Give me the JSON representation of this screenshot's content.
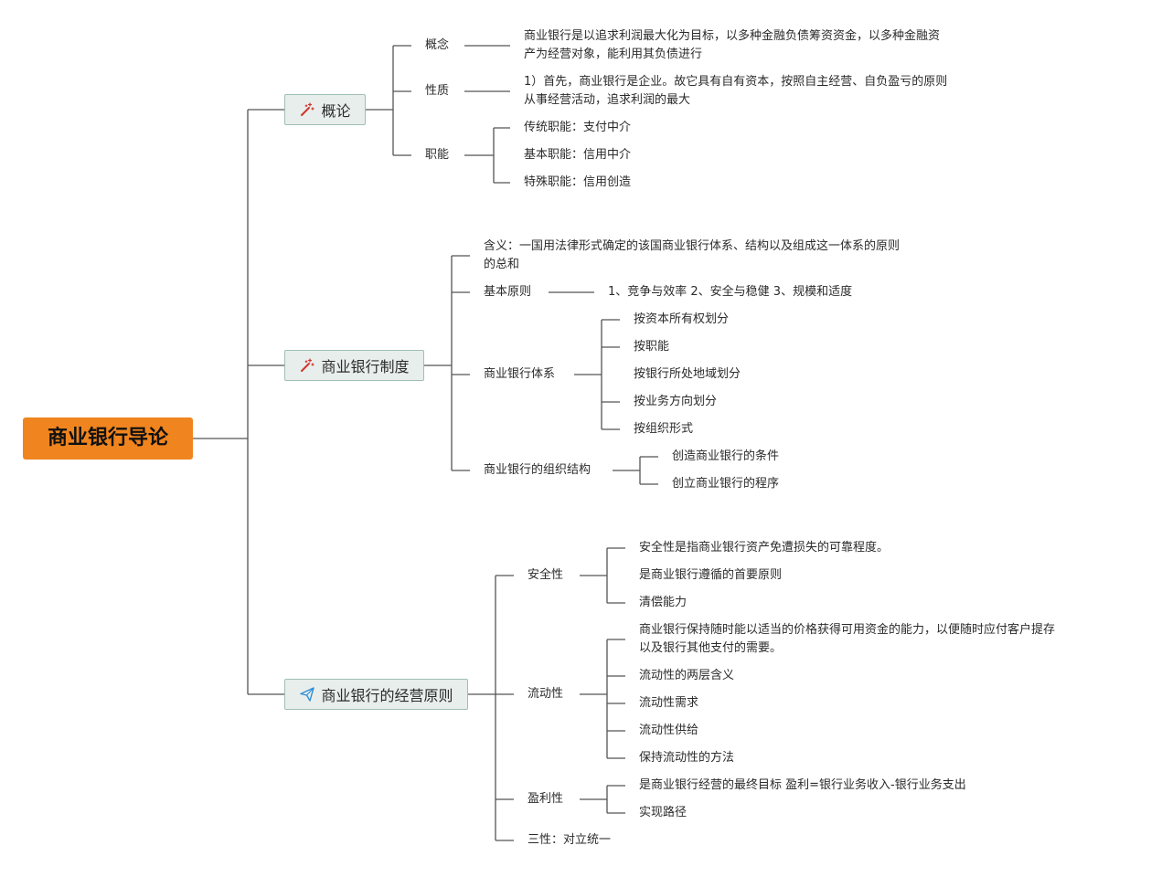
{
  "root": {
    "label": "商业银行导论"
  },
  "branches": {
    "b1": {
      "label": "概论",
      "icon": "magic-wand-icon",
      "children": {
        "c1": {
          "label": "概念",
          "detail": [
            "商业银行是以追求利润最大化为目标，以多种金融负债筹资资金，以多种金融资",
            "产为经营对象，能利用其负债进行"
          ]
        },
        "c2": {
          "label": "性质",
          "detail": [
            "1）首先，商业银行是企业。故它具有自有资本，按照自主经营、自负盈亏的原则",
            "从事经营活动，追求利润的最大"
          ]
        },
        "c3": {
          "label": "职能",
          "items": [
            "传统职能：支付中介",
            "基本职能：信用中介",
            "特殊职能：信用创造"
          ]
        }
      }
    },
    "b2": {
      "label": "商业银行制度",
      "icon": "magic-wand-icon",
      "children": {
        "c1": {
          "lines": [
            "含义：一国用法律形式确定的该国商业银行体系、结构以及组成这一体系的原则",
            "的总和"
          ]
        },
        "c2": {
          "label": "基本原则",
          "detail": "1、竞争与效率 2、安全与稳健 3、规模和适度"
        },
        "c3": {
          "label": "商业银行体系",
          "items": [
            "按资本所有权划分",
            "按职能",
            "按银行所处地域划分",
            "按业务方向划分",
            "按组织形式"
          ]
        },
        "c4": {
          "label": "商业银行的组织结构",
          "items": [
            "创造商业银行的条件",
            "创立商业银行的程序"
          ]
        }
      }
    },
    "b3": {
      "label": "商业银行的经营原则",
      "icon": "paper-plane-icon",
      "children": {
        "c1": {
          "label": "安全性",
          "items": [
            "安全性是指商业银行资产免遭损失的可靠程度。",
            "是商业银行遵循的首要原则",
            "清偿能力"
          ]
        },
        "c2": {
          "label": "流动性",
          "first": [
            "商业银行保持随时能以适当的价格获得可用资金的能力，以便随时应付客户提存",
            "以及银行其他支付的需要。"
          ],
          "items": [
            "流动性的两层含义",
            "流动性需求",
            "流动性供给",
            "保持流动性的方法"
          ]
        },
        "c3": {
          "label": "盈利性",
          "items": [
            "是商业银行经营的最终目标 盈利=银行业务收入-银行业务支出",
            "实现路径"
          ]
        },
        "c4": {
          "label": "三性：对立统一"
        }
      }
    }
  },
  "colors": {
    "root": "#f0841e",
    "main_bg": "#e8eeec",
    "main_border": "#9fbfb4",
    "line": "#555555",
    "wand": "#d0352b",
    "plane": "#2f8fd6"
  }
}
